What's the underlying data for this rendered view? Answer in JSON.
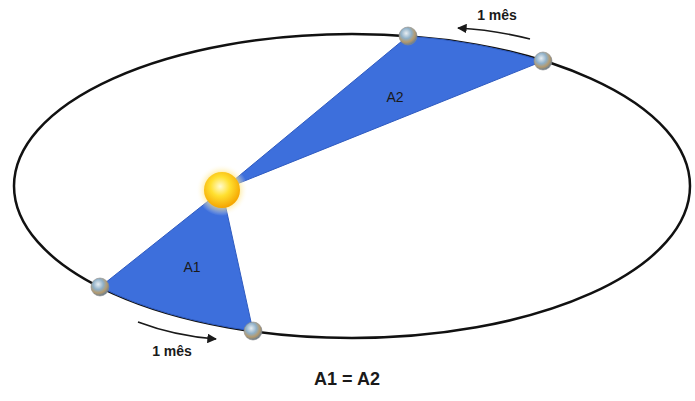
{
  "diagram": {
    "nodes": [
      {
        "text": [
          "A2"
        ]
      },
      {
        "text": [
          "A1"
        ]
      }
    ],
    "labels": [
      "1 mês",
      "1 mês",
      "A1 = A2"
    ]
  }
}
